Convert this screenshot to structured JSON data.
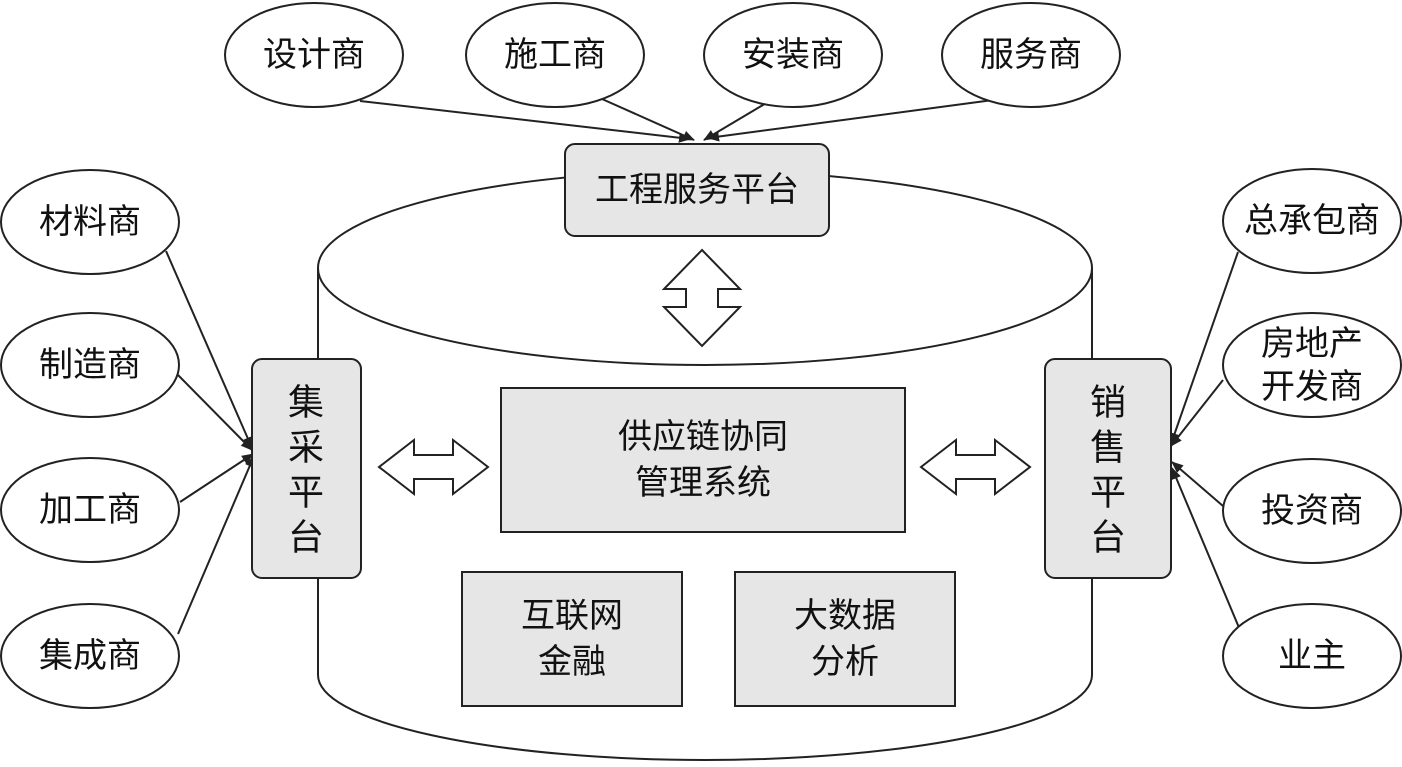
{
  "top_partners": [
    "设计商",
    "施工商",
    "安装商",
    "服务商"
  ],
  "left_partners": [
    "材料商",
    "制造商",
    "加工商",
    "集成商"
  ],
  "right_partners": [
    [
      "总承包商"
    ],
    [
      "房地产",
      "开发商"
    ],
    [
      "投资商"
    ],
    [
      "业主"
    ]
  ],
  "engineering_platform": "工程服务平台",
  "procurement_platform": [
    "集",
    "采",
    "平",
    "台"
  ],
  "sales_platform": [
    "销",
    "售",
    "平",
    "台"
  ],
  "core_system": [
    "供应链协同",
    "管理系统"
  ],
  "finance_module": [
    "互联网",
    "金融"
  ],
  "bigdata_module": [
    "大数据",
    "分析"
  ],
  "colors": {
    "box_fill": "#e6e6e6",
    "stroke": "#222222",
    "background": "#ffffff"
  }
}
